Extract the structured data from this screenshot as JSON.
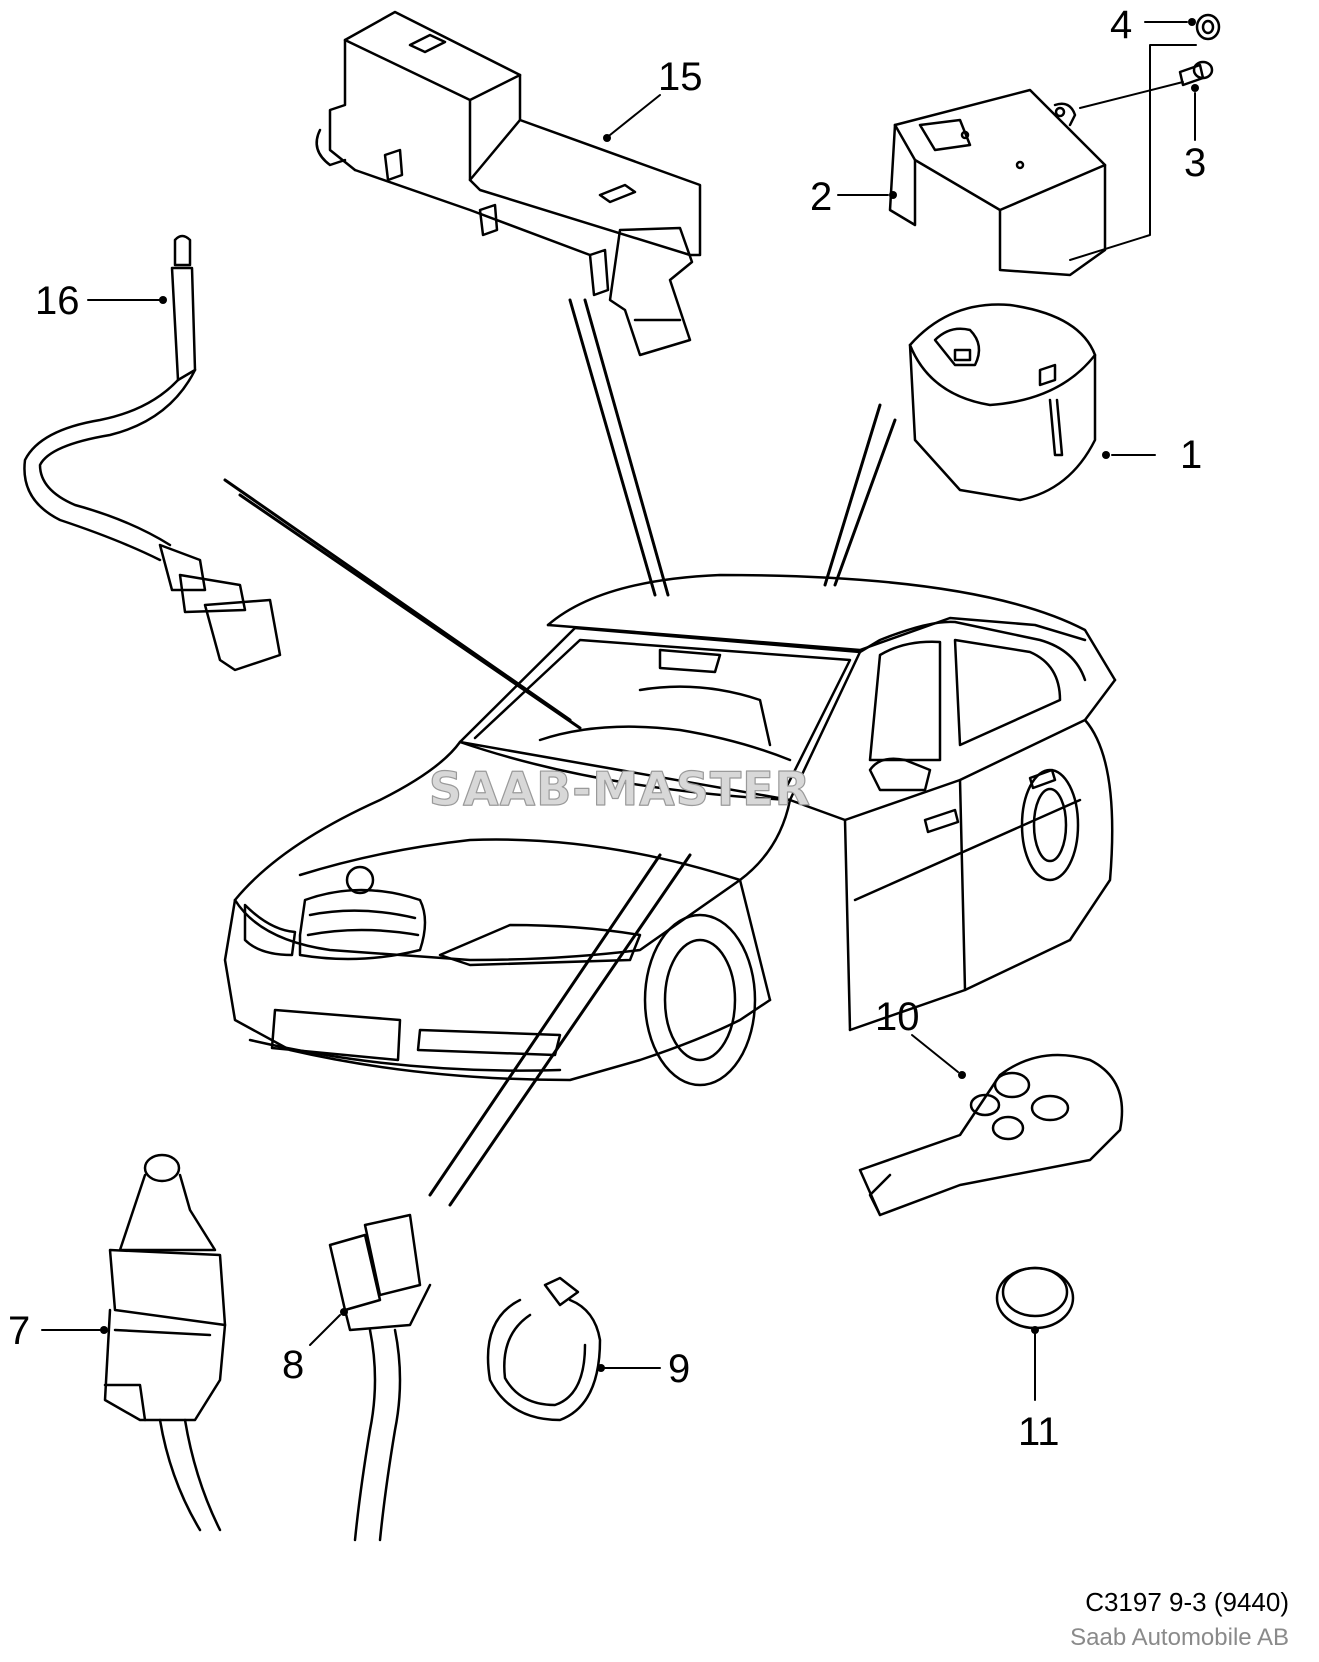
{
  "callouts": [
    {
      "id": "1",
      "label": "1",
      "part": "siren-battery-backup"
    },
    {
      "id": "2",
      "label": "2",
      "part": "bracket"
    },
    {
      "id": "3",
      "label": "3",
      "part": "screw"
    },
    {
      "id": "4",
      "label": "4",
      "part": "nut"
    },
    {
      "id": "7",
      "label": "7",
      "part": "hood-contact-switch"
    },
    {
      "id": "8",
      "label": "8",
      "part": "connector-harness"
    },
    {
      "id": "9",
      "label": "9",
      "part": "cable-tie"
    },
    {
      "id": "10",
      "label": "10",
      "part": "remote-key-fob"
    },
    {
      "id": "11",
      "label": "11",
      "part": "coin-battery"
    },
    {
      "id": "15",
      "label": "15",
      "part": "control-module"
    },
    {
      "id": "16",
      "label": "16",
      "part": "led-indicator-harness"
    }
  ],
  "watermark": "SAAB-MASTER",
  "footer": {
    "code": "C3197 9-3 (9440)",
    "company": "Saab Automobile AB"
  }
}
